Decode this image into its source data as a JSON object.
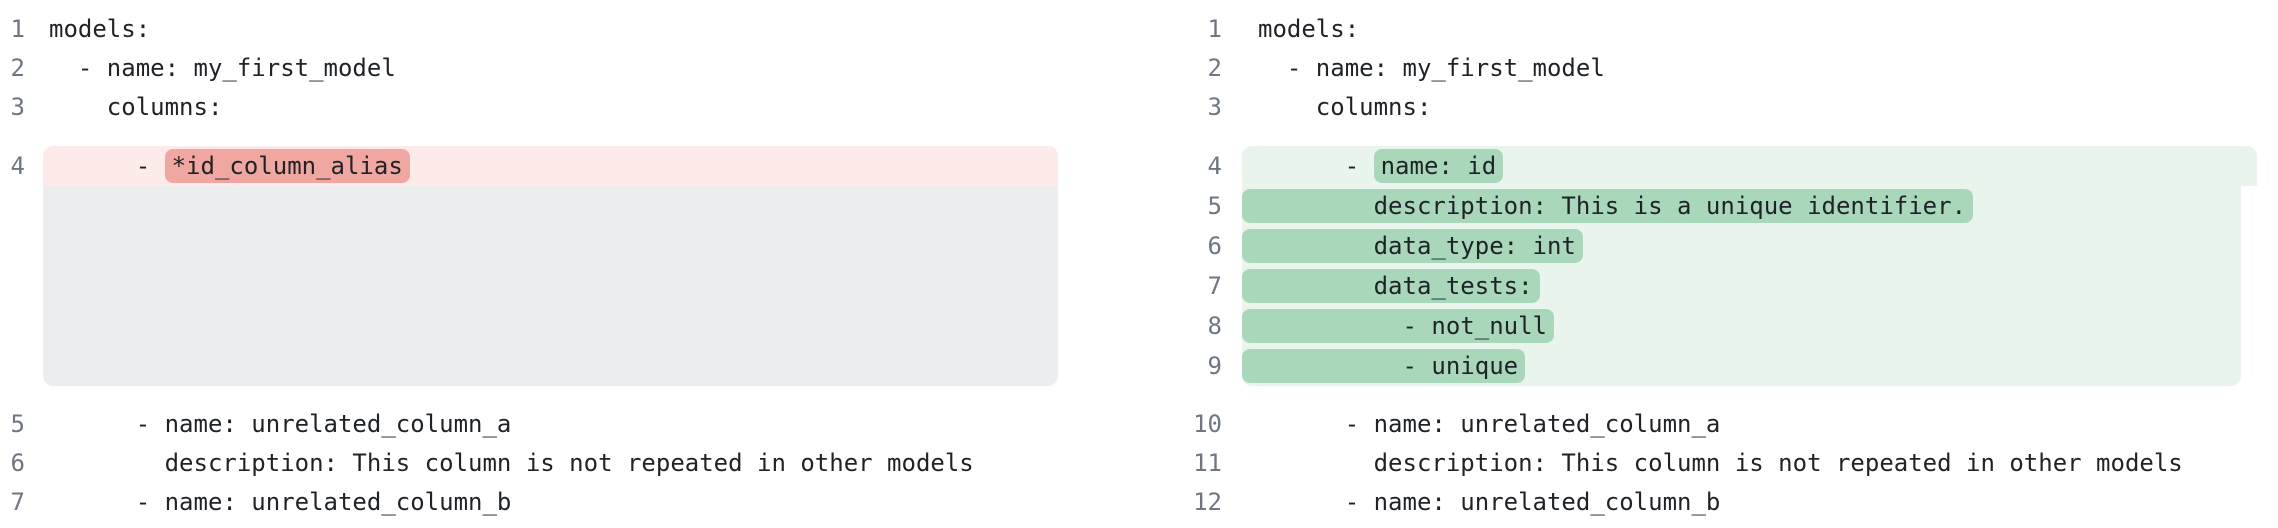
{
  "diff": {
    "kind": "side-by-side-yaml-diff",
    "colors": {
      "deletion_line_bg": "#fcebe9",
      "deletion_token_bg": "#f0a6a1",
      "collapsed_spacer_bg": "#ebedef",
      "addition_line_bg": "#e9f4ed",
      "addition_token_bg": "#a8d7ba",
      "code_text": "#1f2328",
      "line_number_text": "#6e7781",
      "page_bg": "#ffffff"
    },
    "left": {
      "lines": [
        {
          "no": "1",
          "text": "models:"
        },
        {
          "no": "2",
          "text": "  - name: my_first_model"
        },
        {
          "no": "3",
          "text": "    columns:"
        },
        {
          "no": "4",
          "pre": "      - ",
          "token": "*id_column_alias"
        },
        {
          "no": "5",
          "text": "      - name: unrelated_column_a"
        },
        {
          "no": "6",
          "text": "        description: This column is not repeated in other models"
        },
        {
          "no": "7",
          "text": "      - name: unrelated_column_b"
        }
      ]
    },
    "right": {
      "lines": [
        {
          "no": "1",
          "text": "models:"
        },
        {
          "no": "2",
          "text": "  - name: my_first_model"
        },
        {
          "no": "3",
          "text": "    columns:"
        },
        {
          "no": "4",
          "pre": "      - ",
          "token": "name: id"
        },
        {
          "no": "5",
          "token": "        description: This is a unique identifier."
        },
        {
          "no": "6",
          "token": "        data_type: int"
        },
        {
          "no": "7",
          "token": "        data_tests:"
        },
        {
          "no": "8",
          "token": "          - not_null"
        },
        {
          "no": "9",
          "token": "          - unique"
        },
        {
          "no": "10",
          "text": "      - name: unrelated_column_a"
        },
        {
          "no": "11",
          "text": "        description: This column is not repeated in other models"
        },
        {
          "no": "12",
          "text": "      - name: unrelated_column_b"
        }
      ]
    }
  }
}
